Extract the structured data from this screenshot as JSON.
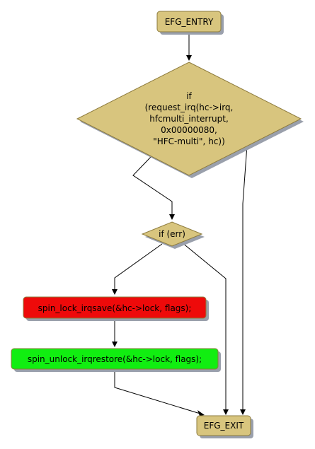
{
  "diagram": {
    "type": "flowchart",
    "colors": {
      "node_default": "#d8c57e",
      "node_border": "#8d7b3d",
      "node_red": "#ee0a0a",
      "node_green": "#11ee11",
      "shadow": "#9aa0ac",
      "edge": "#000000"
    },
    "nodes": {
      "entry": {
        "label": "EFG_ENTRY"
      },
      "if_request": {
        "label_lines": [
          "if",
          "(request_irq(hc->irq,",
          "hfcmulti_interrupt,",
          "0x00000080,",
          "\"HFC-multi\", hc))"
        ]
      },
      "if_err": {
        "label": "if (err)"
      },
      "spin_lock": {
        "label": "spin_lock_irqsave(&hc->lock, flags);"
      },
      "spin_unlock": {
        "label": "spin_unlock_irqrestore(&hc->lock, flags);"
      },
      "exit": {
        "label": "EFG_EXIT"
      }
    }
  }
}
